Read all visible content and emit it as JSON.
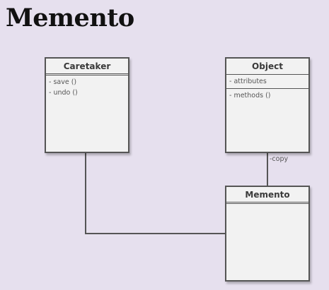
{
  "title": "Memento",
  "classes": {
    "caretaker": {
      "name": "Caretaker",
      "methods": [
        "- save ()",
        "- undo ()"
      ]
    },
    "object": {
      "name": "Object",
      "attributes": [
        "- attributes"
      ],
      "methods": [
        "- methods ()"
      ]
    },
    "memento": {
      "name": "Memento"
    }
  },
  "connectors": {
    "object_memento_label": "-copy"
  },
  "colors": {
    "background": "#e6e0ee",
    "box_fill": "#f2f2f2",
    "box_border": "#555555"
  }
}
